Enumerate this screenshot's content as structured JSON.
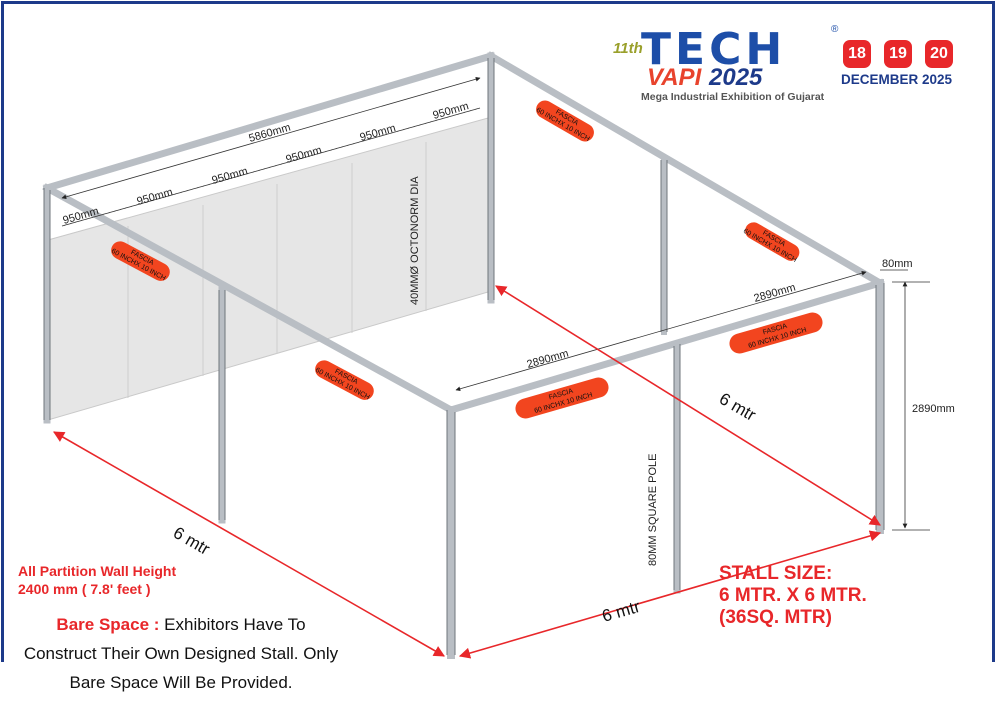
{
  "logo": {
    "edition": "11th",
    "brand_top": "TECH",
    "registered": "®",
    "brand_city": "VAPI",
    "brand_year": "2025",
    "tagline": "Mega Industrial Exhibition of Gujarat"
  },
  "event_dates": {
    "days": [
      "18",
      "19",
      "20"
    ],
    "month_year": "DECEMBER 2025"
  },
  "dimensions": {
    "top_total": "5860mm",
    "panels": [
      "950mm",
      "950mm",
      "950mm",
      "950mm",
      "950mm",
      "950mm"
    ],
    "octonorm": "40MMØ OCTONORM DIA",
    "front_span": "2890mm",
    "right_span": "2890mm",
    "post_width": "80mm",
    "height": "2890mm",
    "square_pole": "80MM SQUARE POLE",
    "side_left": "6 mtr",
    "side_front": "6 mtr",
    "diagonal": "6 mtr"
  },
  "fascia": {
    "title": "FASCIA",
    "size_line": "60 INCHX 10 INCH",
    "size_line_alt": "60 INCHX 10 INCH"
  },
  "notes": {
    "partition_line1": "All Partition Wall Height",
    "partition_line2": "2400 mm  ( 7.8' feet )",
    "bare_label": "Bare Space :",
    "bare_rest_line1": " Exhibitors Have To",
    "bare_line2": "Construct Their Own Designed Stall. Only",
    "bare_line3": "Bare Space Will Be Provided."
  },
  "stall": {
    "line1": "STALL SIZE:",
    "line2": "6 MTR. X 6 MTR.",
    "line3": "(36SQ. MTR)"
  },
  "colors": {
    "accent_red": "#e8272a",
    "fascia_orange": "#f2451f",
    "brand_blue": "#1d3a8a",
    "frame_gray": "#b9bec4",
    "wall_gray": "#e6e6e6"
  }
}
